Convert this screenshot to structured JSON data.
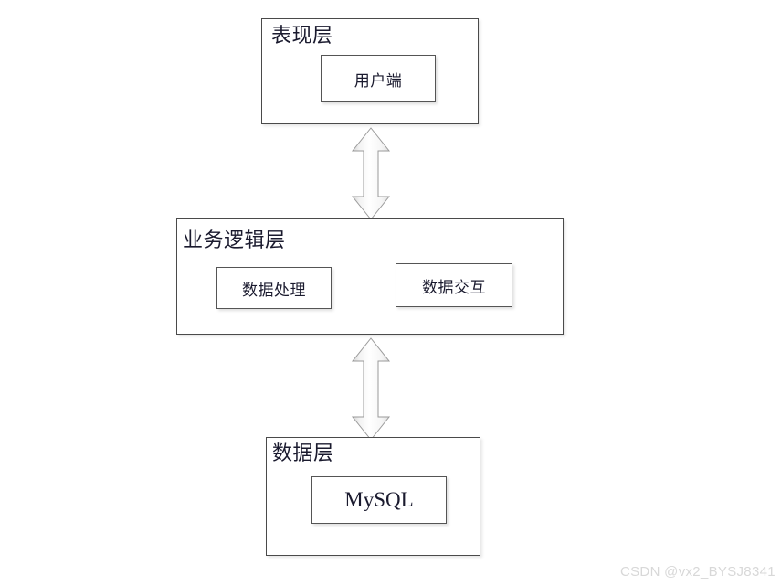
{
  "diagram": {
    "type": "three-tier-architecture",
    "layers": [
      {
        "id": "presentation",
        "title": "表现层",
        "components": [
          {
            "id": "client",
            "label": "用户端",
            "font": "sans"
          }
        ]
      },
      {
        "id": "business-logic",
        "title": "业务逻辑层",
        "components": [
          {
            "id": "data-processing",
            "label": "数据处理",
            "font": "sans"
          },
          {
            "id": "data-interaction",
            "label": "数据交互",
            "font": "sans"
          }
        ]
      },
      {
        "id": "data",
        "title": "数据层",
        "components": [
          {
            "id": "mysql",
            "label": "MySQL",
            "font": "serif"
          }
        ]
      }
    ],
    "connectors": [
      {
        "id": "presentation-to-business",
        "kind": "double-headed-vertical-arrow"
      },
      {
        "id": "business-to-data",
        "kind": "double-headed-vertical-arrow"
      }
    ]
  },
  "watermark": {
    "text": "CSDN @vx2_BYSJ8341"
  },
  "colors": {
    "background": "#ffffff",
    "box_border": "#4a4a4a",
    "component_border": "#555555",
    "text": "#1a1a2e",
    "arrow_outline": "#9a9a9a",
    "arrow_fill_light": "#ffffff",
    "arrow_fill_shade": "#d6d6d6",
    "watermark": "#d8d8d8"
  }
}
